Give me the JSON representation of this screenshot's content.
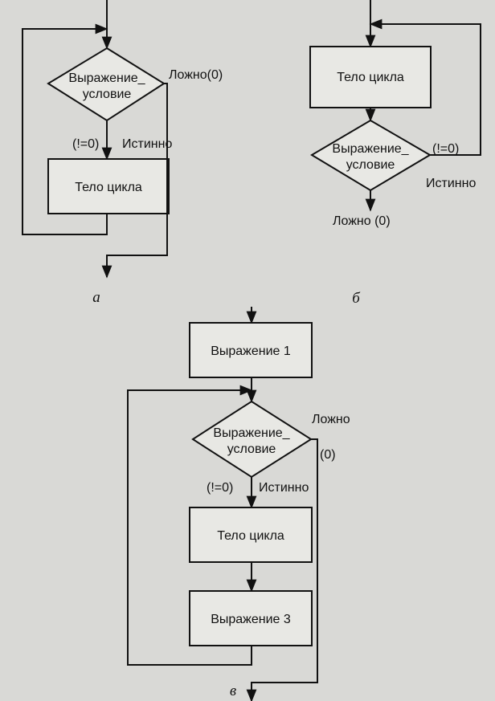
{
  "diagram_a": {
    "condition_line1": "Выражение_",
    "condition_line2": "условие",
    "false_label": "Ложно(0)",
    "true_label": "(!=0)",
    "true_word": "Истинно",
    "body_label": "Тело цикла",
    "caption": "а"
  },
  "diagram_b": {
    "body_label": "Тело цикла",
    "condition_line1": "Выражение_",
    "condition_line2": "условие",
    "true_label": "(!=0)",
    "true_word": "Истинно",
    "false_label": "Ложно (0)",
    "caption": "б"
  },
  "diagram_c": {
    "expr1_label": "Выражение 1",
    "condition_line1": "Выражение_",
    "condition_line2": "условие",
    "false_label": "Ложно",
    "false_value": "(0)",
    "true_label": "(!=0)",
    "true_word": "Истинно",
    "body_label": "Тело цикла",
    "expr3_label": "Выражение 3",
    "caption": "в"
  }
}
